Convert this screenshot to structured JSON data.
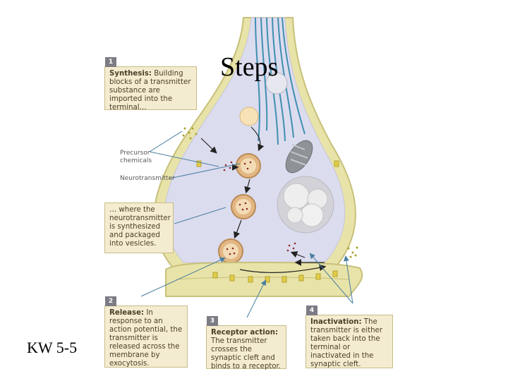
{
  "slide": {
    "title": "Steps",
    "footer": "KW 5-5"
  },
  "steps": [
    {
      "number": "1",
      "heading": "Synthesis:",
      "body": "Building blocks of a transmitter substance are imported into the terminal…"
    },
    {
      "number": "",
      "heading": "",
      "body": "… where the neurotransmitter is synthesized and packaged into vesicles."
    },
    {
      "number": "2",
      "heading": "Release:",
      "body": "In response to an action potential, the transmitter is released across the membrane by exocytosis."
    },
    {
      "number": "3",
      "heading": "Receptor action:",
      "body": "The transmitter crosses the synaptic cleft and binds to a receptor."
    },
    {
      "number": "4",
      "heading": "Inactivation:",
      "body": "The transmitter is either taken back into the terminal or inactivated in the synaptic cleft."
    }
  ],
  "labels": {
    "precursor": "Precursor chemicals",
    "neurotransmitter": "Neurotransmitter"
  },
  "colors": {
    "membrane": "#e8e3a8",
    "cytoplasm": "#dcdcef",
    "box_fill": "#f4ecd0",
    "vesicle": "#e2b784",
    "microtubule": "#3f8fb0"
  }
}
